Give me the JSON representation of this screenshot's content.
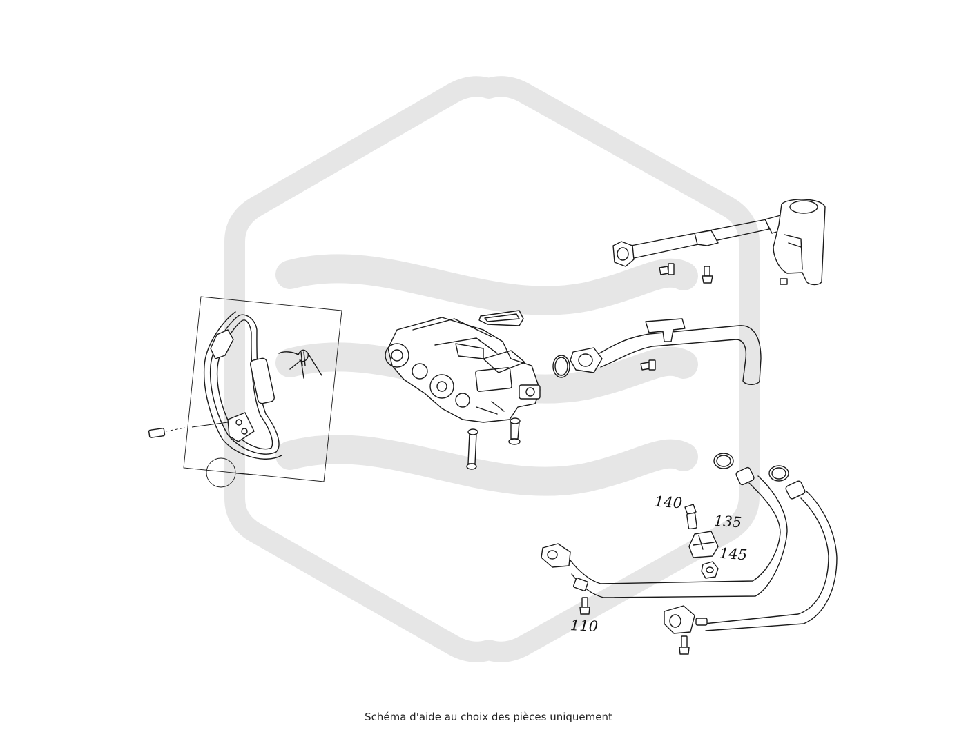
{
  "diagram": {
    "caption": "Schéma d'aide au choix des pièces uniquement",
    "watermark": "logo-hexagon",
    "colors": {
      "line": "#1a1a1a",
      "watermark": "#e6e6e6",
      "background": "#ffffff"
    },
    "labels": [
      {
        "id": "140",
        "text": "140"
      },
      {
        "id": "135",
        "text": "135"
      },
      {
        "id": "145",
        "text": "145"
      },
      {
        "id": "110",
        "text": "110"
      }
    ]
  }
}
